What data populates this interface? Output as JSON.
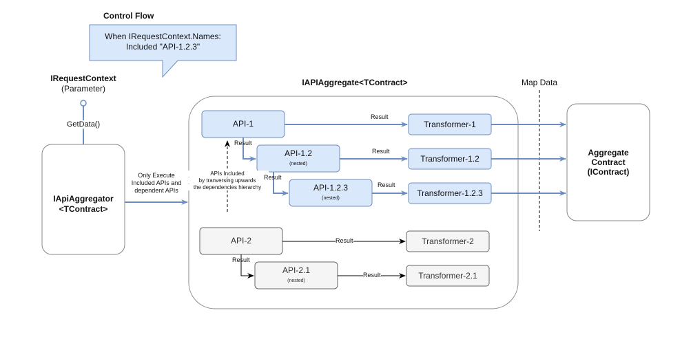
{
  "callout": {
    "title": "Control Flow",
    "line1": "When IRequestContext.Names:",
    "line2": "Included \"API-1.2.3\""
  },
  "request_context": {
    "title": "IRequestContext",
    "subtitle": "(Parameter)",
    "method": "GetData()"
  },
  "aggregator": {
    "line1": "IApiAggregator",
    "line2": "<TContract>"
  },
  "execute_note": {
    "line1": "Only Execute",
    "line2": "Included APIs and",
    "line3": "dependent APIs"
  },
  "aggregate_container": {
    "title": "IAPIAggregate<TContract>"
  },
  "included_note": {
    "line1": "APIs Included",
    "line2": "by tranversing upwards",
    "line3": "the dependencies hierarchy"
  },
  "map_data_label": "Map Data",
  "contract": {
    "line1": "Aggregate",
    "line2": "Contract",
    "line3": "(IContract)"
  },
  "apis": [
    {
      "label": "API-1",
      "sub": "",
      "included": true
    },
    {
      "label": "API-1.2",
      "sub": "(nested)",
      "included": true
    },
    {
      "label": "API-1.2.3",
      "sub": "(nested)",
      "included": true
    },
    {
      "label": "API-2",
      "sub": "",
      "included": false
    },
    {
      "label": "API-2.1",
      "sub": "(nested)",
      "included": false
    }
  ],
  "transformers": [
    {
      "label": "Transformer-1",
      "included": true
    },
    {
      "label": "Transformer-1.2",
      "included": true
    },
    {
      "label": "Transformer-1.2.3",
      "included": true
    },
    {
      "label": "Transformer-2",
      "included": false
    },
    {
      "label": "Transformer-2.1",
      "included": false
    }
  ],
  "result_label": "Result",
  "colors": {
    "included_fill": "#dae8fc",
    "included_stroke": "#6c8ebf",
    "excluded_fill": "#f5f5f5",
    "excluded_stroke": "#666666",
    "flow_arrow": "#6c8ebf",
    "dark_arrow": "#000000"
  }
}
